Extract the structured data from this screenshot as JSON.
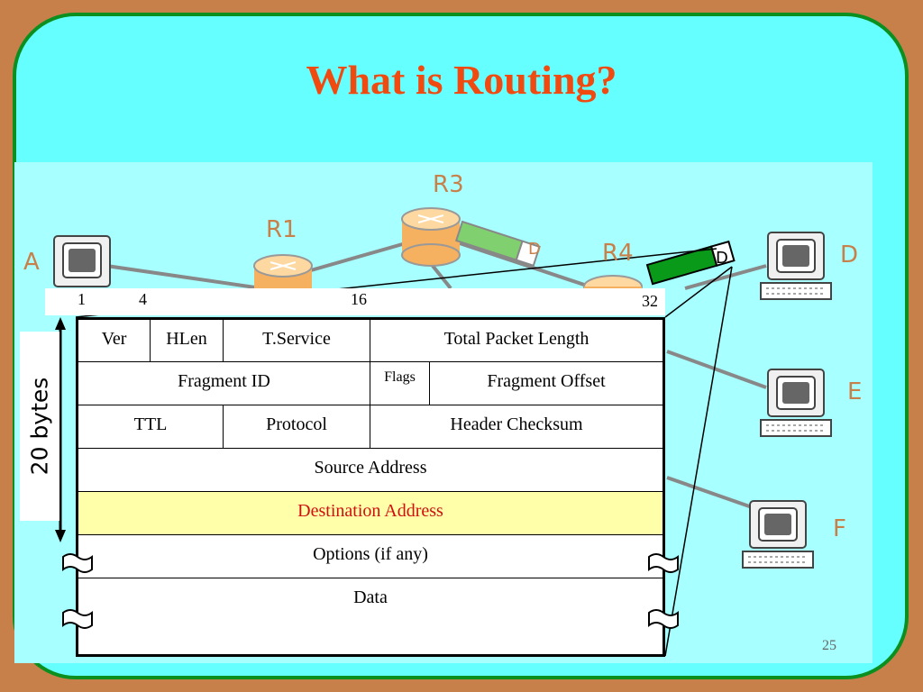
{
  "slide": {
    "title": "What is Routing?",
    "page_number": "25"
  },
  "network": {
    "routers": [
      "R1",
      "R3",
      "R4"
    ],
    "hosts": [
      "A",
      "D",
      "E",
      "F"
    ],
    "packet_labels": [
      "D",
      "D"
    ]
  },
  "header_diagram": {
    "bit_labels": [
      "1",
      "4",
      "16",
      "32"
    ],
    "size_label": "20 bytes",
    "rows": [
      [
        "Ver",
        "HLen",
        "T.Service",
        "Total Packet Length"
      ],
      [
        "Fragment ID",
        "Flags",
        "Fragment Offset"
      ],
      [
        "TTL",
        "Protocol",
        "Header Checksum"
      ],
      [
        "Source Address"
      ],
      [
        "Destination Address"
      ],
      [
        "Options (if any)"
      ],
      [
        "Data"
      ]
    ],
    "highlight_color": "#ffffaa",
    "highlight_text_color": "#d01010"
  },
  "colors": {
    "background": "#c8804a",
    "slide": "#66ffff",
    "border": "#0b8f1f",
    "title": "#f04a10",
    "packet_green": "#0a9a1a",
    "packet_light_green": "#80d070"
  }
}
